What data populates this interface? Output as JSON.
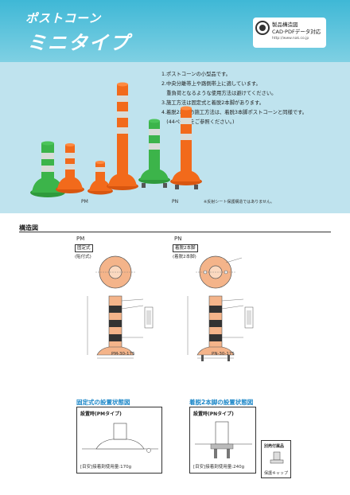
{
  "header": {
    "title_line1": "ポストコーン",
    "title_line2": "ミニタイプ",
    "badge_line1": "製品構造図",
    "badge_line2": "CAD·PDFデータ対応",
    "badge_line3": "http://www.nak.co.jp"
  },
  "notes": [
    "1.ポストコーンの小型品です。",
    "2.中央分離帯上や路側帯上に適しています。",
    "　重負荷となるような使用方法は避けてください。",
    "3.施工方法は固定式と着脱2本脚があります。",
    "4.着脱2本脚の施工方法は、着脱3本脚ポストコーンと同様です。",
    "　(44ページをご参照ください。)"
  ],
  "photo": {
    "label_pm": "PM",
    "label_pn": "PN",
    "note": "※反射シート保護構造ではありません。"
  },
  "structure": {
    "section_title": "構造図",
    "pm": {
      "name": "PM",
      "tag": "固定式",
      "sub": "(貼付式)",
      "model": "PM-30-175"
    },
    "pn": {
      "name": "PN",
      "tag": "着脱2本脚",
      "sub": "(着脱2本脚)",
      "model": "PN-30-175"
    }
  },
  "install": {
    "pm_title": "固定式の設置状態図",
    "pm_label": "設置時(PMタイプ)",
    "pm_foot": "[目安]接着剤使用量:170g",
    "pn_title": "着脱2本脚の設置状態図",
    "pn_label": "設置時(PNタイプ)",
    "pn_foot": "[目安]接着剤使用量:240g",
    "pn_extra_title": "別売付属品",
    "pn_extra_label": "保護キャップ"
  },
  "colors": {
    "header_band": "#3fb8d6",
    "header_bg": "#bfe3ee",
    "post_green": "#3cb44a",
    "post_orange": "#f26a1b",
    "reflect": "#d8dcd8",
    "diagram_fill": "#f4b48a",
    "install_title": "#1a86c8"
  }
}
